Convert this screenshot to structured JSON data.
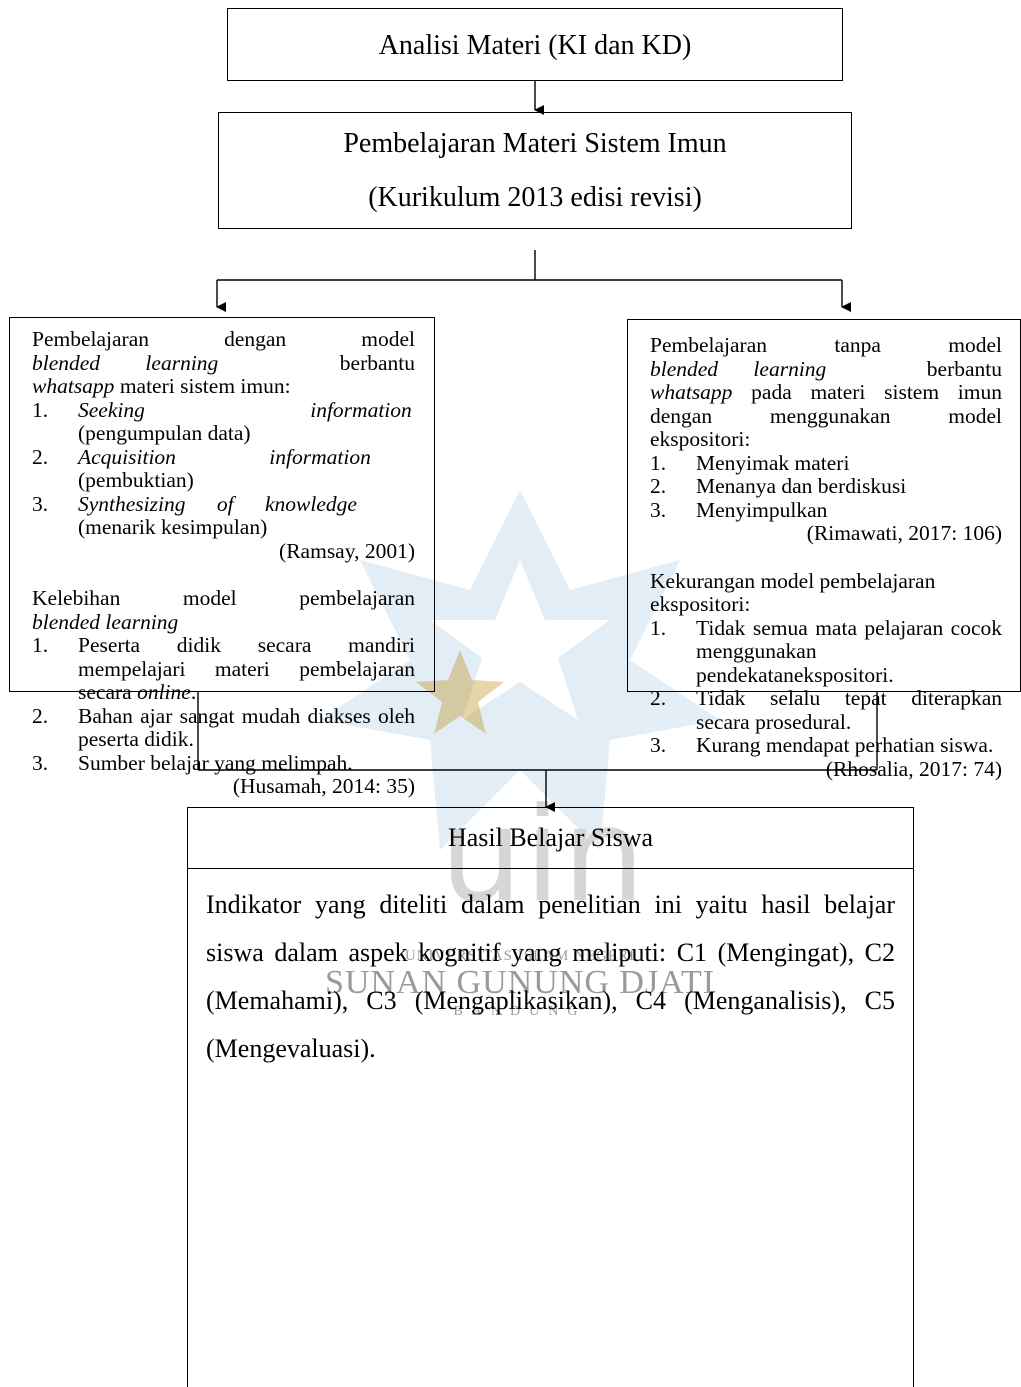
{
  "box_top": {
    "text": "Analisi Materi (KI dan KD)"
  },
  "box_second": {
    "line1": "Pembelajaran Materi Sistem Imun",
    "line2": "(Kurikulum 2013 edisi revisi)"
  },
  "left_box": {
    "intro": {
      "l1": "Pembelajaran dengan model",
      "l2a": "blended learning",
      "l2b": "berbantu",
      "l3a": "whatsapp",
      "l3b": " materi sistem imun:"
    },
    "steps": [
      {
        "num": "1.",
        "en": "Seeking information",
        "id": "(pengumpulan data)"
      },
      {
        "num": "2.",
        "en": "Acquisition information",
        "id": "(pembuktian)"
      },
      {
        "num": "3.",
        "en": "Synthesizing of knowledge",
        "id": "(menarik kesimpulan)"
      }
    ],
    "cite1": "(Ramsay, 2001)",
    "adv_title_l1": "Kelebihan model pembelajaran",
    "adv_title_l2": "blended learning",
    "adv": [
      {
        "num": "1.",
        "text_pre": "Peserta didik secara mandiri mempelajari materi pembelajaran secara ",
        "text_em": "online",
        "text_post": "."
      },
      {
        "num": "2.",
        "text": "Bahan ajar sangat mudah diakses oleh peserta didik."
      },
      {
        "num": "3.",
        "text": "Sumber belajar yang melimpah."
      }
    ],
    "cite2": "(Husamah, 2014: 35)"
  },
  "right_box": {
    "intro": {
      "l1": "Pembelajaran tanpa model",
      "l2a": "blended learning",
      "l2b": "berbantu",
      "l3a": "whatsapp",
      "l3b": " pada materi sistem imun dengan menggunakan model ekspositori:"
    },
    "steps": [
      {
        "num": "1.",
        "text": "Menyimak materi"
      },
      {
        "num": "2.",
        "text": "Menanya dan berdiskusi"
      },
      {
        "num": "3.",
        "text": "Menyimpulkan"
      }
    ],
    "cite1": "(Rimawati, 2017: 106)",
    "dis_title": "Kekurangan model pembelajaran ekspositori:",
    "dis": [
      {
        "num": "1.",
        "text": "Tidak semua mata pelajaran cocok menggunakan pendekatanekspositori."
      },
      {
        "num": "2.",
        "text": "Tidak selalu tepat diterapkan secara prosedural."
      },
      {
        "num": "3.",
        "text": "Kurang mendapat perhatian siswa."
      }
    ],
    "cite2": "(Rhosalia, 2017: 74)"
  },
  "bottom_box": {
    "title": "Hasil Belajar Siswa",
    "text": "Indikator yang diteliti dalam penelitian ini yaitu hasil belajar siswa dalam aspek kognitif yang meliputi: C1 (Mengingat), C2 (Memahami), C3 (Mengaplikasikan), C4 (Menganalisis), C5 (Mengevaluasi)."
  },
  "watermark": {
    "logo_text": "uin",
    "line1": "UNIVERSITAS ISLAM NEGERI",
    "line2": "SUNAN GUNUNG DJATI",
    "line3": "BANDUNG"
  }
}
